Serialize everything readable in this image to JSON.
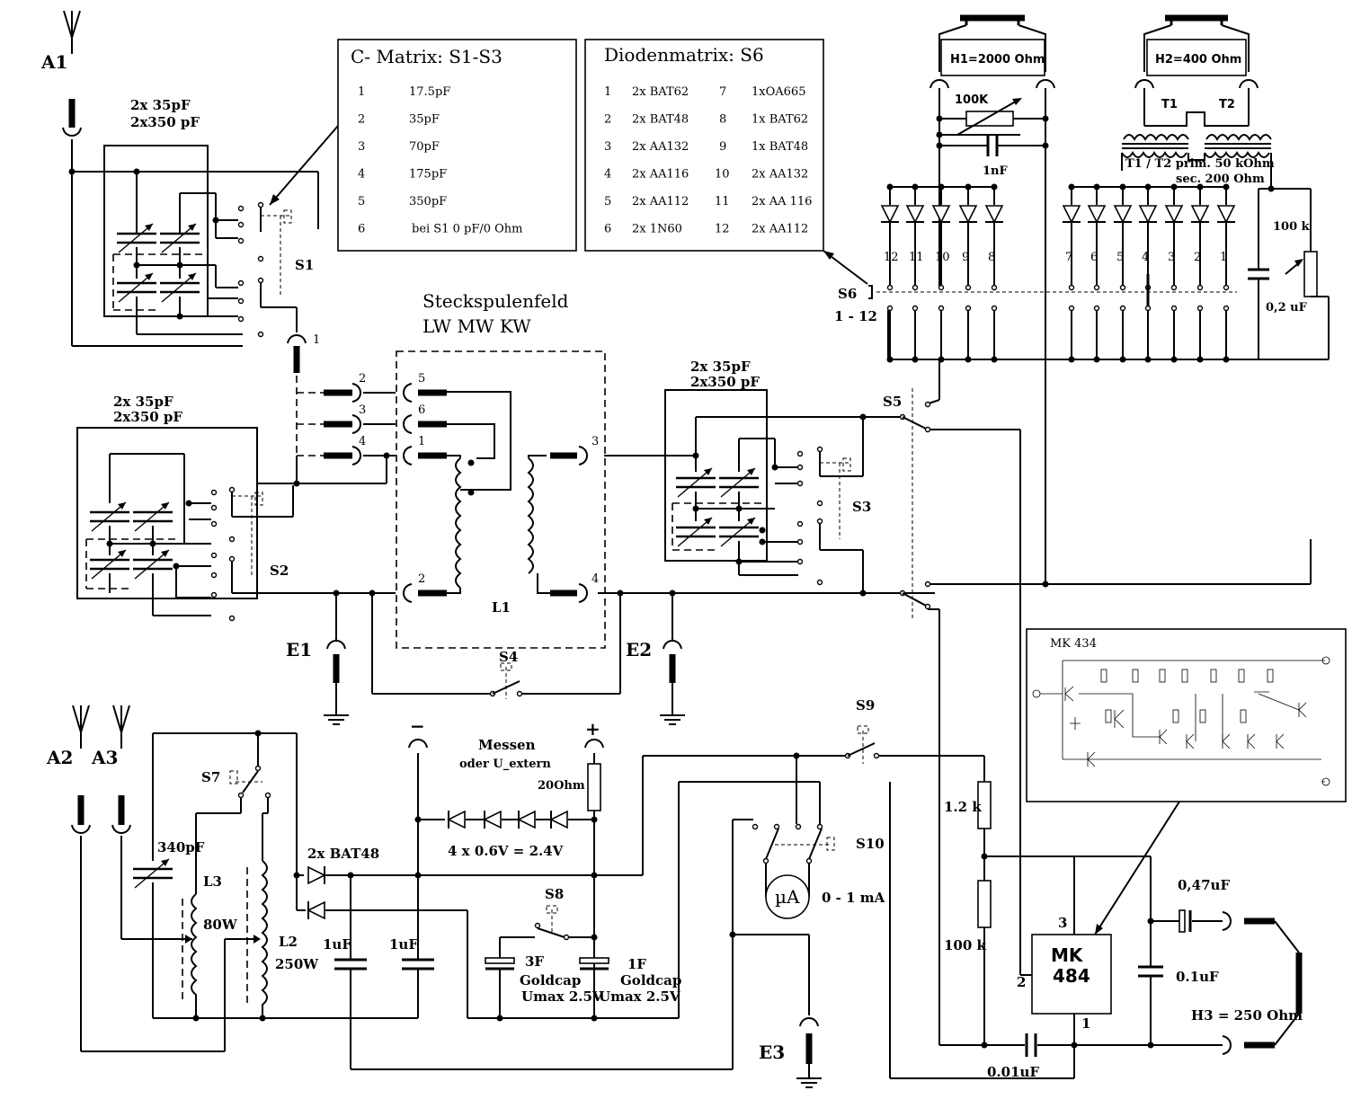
{
  "terminals": {
    "a1": "A1",
    "a2": "A2",
    "a3": "A3",
    "e1": "E1",
    "e2": "E2",
    "e3": "E3",
    "minus": "−",
    "plus": "+"
  },
  "switches": {
    "s1": "S1",
    "s2": "S2",
    "s3": "S3",
    "s4": "S4",
    "s5": "S5",
    "s6": "S6",
    "s6_range": "1 - 12",
    "s7": "S7",
    "s8": "S8",
    "s9": "S9",
    "s10": "S10"
  },
  "capacitor_pairs": {
    "c1_line1": "2x 35pF",
    "c1_line2": "2x350 pF",
    "c2_line1": "2x 35pF",
    "c2_line2": "2x350 pF",
    "c3_line1": "2x 35pF",
    "c3_line2": "2x350 pF"
  },
  "c_matrix": {
    "title": "C- Matrix: S1-S3",
    "rows": [
      {
        "n": "1",
        "v": "17.5pF"
      },
      {
        "n": "2",
        "v": "35pF"
      },
      {
        "n": "3",
        "v": "70pF"
      },
      {
        "n": "4",
        "v": "175pF"
      },
      {
        "n": "5",
        "v": "350pF"
      },
      {
        "n": "6",
        "v": "bei S1 0 pF/0 Ohm"
      }
    ]
  },
  "diode_matrix": {
    "title": "Diodenmatrix: S6",
    "rows": [
      {
        "n1": "1",
        "d1": "2x BAT62",
        "n2": "7",
        "d2": "1xOA665"
      },
      {
        "n1": "2",
        "d1": "2x BAT48",
        "n2": "8",
        "d2": "1x BAT62"
      },
      {
        "n1": "3",
        "d1": "2x AA132",
        "n2": "9",
        "d2": "1x BAT48"
      },
      {
        "n1": "4",
        "d1": "2x AA116",
        "n2": "10",
        "d2": "2x AA132"
      },
      {
        "n1": "5",
        "d1": "2x AA112",
        "n2": "11",
        "d2": "2x AA 116"
      },
      {
        "n1": "6",
        "d1": "2x 1N60",
        "n2": "12",
        "d2": "2x AA112"
      }
    ]
  },
  "coil_field": {
    "title_line1": "Steckspulenfeld",
    "title_line2": "LW MW KW",
    "l1": "L1",
    "pins": [
      "1",
      "2",
      "3",
      "4",
      "5",
      "6"
    ],
    "jack_nums": [
      "1",
      "2",
      "3",
      "4",
      "3",
      "4",
      "2"
    ]
  },
  "headphones": {
    "h1": "H1=2000 Ohm",
    "pot": "100K",
    "cap": "1nF",
    "h2": "H2=400 Ohm",
    "t1": "T1",
    "t2": "T2",
    "trafo_line1": "T1 / T2  prim. 50 kOhm",
    "trafo_line2": "sec.  200 Ohm",
    "pot2": "100 k",
    "cap2": "0,2 uF",
    "diode_nums_left": [
      "12",
      "11",
      "10",
      "9",
      "8"
    ],
    "diode_nums_right": [
      "7",
      "6",
      "5",
      "4",
      "3",
      "2",
      "1"
    ]
  },
  "lower": {
    "cap340": "340pF",
    "l3": "L3",
    "l3w": "80W",
    "l2": "L2",
    "l2w": "250W",
    "bat48": "2x BAT48",
    "c1": "1uF",
    "c2": "1uF",
    "messen": "Messen",
    "u_extern": "oder U_extern",
    "r20": "20Ohm",
    "diode_chain": "4 x 0.6V = 2.4V",
    "gc1_line1": "3F",
    "gc1_line2": "Goldcap",
    "gc1_line3": "Umax 2.5V",
    "gc2_line1": "1F",
    "gc2_line2": "Goldcap",
    "gc2_line3": "Umax 2.5V",
    "meter": "µA",
    "meter_range": "0 - 1 mA",
    "r1": "1.2 k",
    "r2": "100 k"
  },
  "amplifier": {
    "ic_line1": "MK",
    "ic_line2": "484",
    "pin1": "1",
    "pin2": "2",
    "pin3": "3",
    "c047": "0,47uF",
    "c01": "0.1uF",
    "c001": "0.01uF",
    "h3": "H3 = 250 Ohm",
    "inset_title": "MK 434"
  }
}
